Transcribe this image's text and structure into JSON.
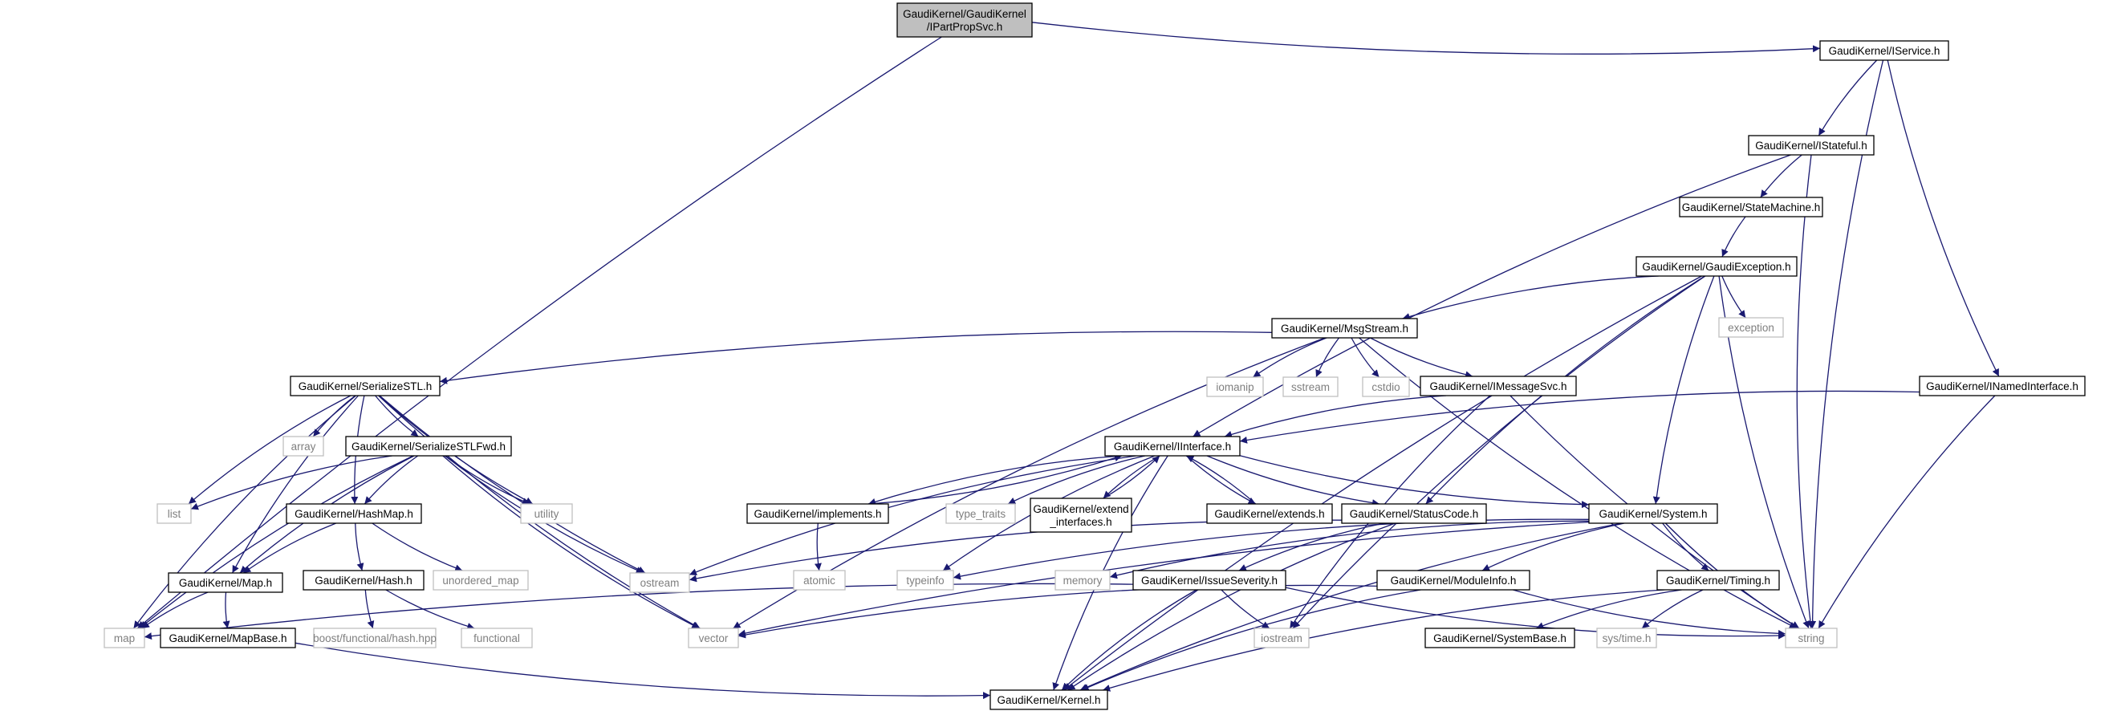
{
  "colors": {
    "edge": "#191970",
    "root_fill": "#bfbfbf",
    "node_border": "#000000",
    "system_border": "#bfbfbf",
    "system_text": "#7f7f7f"
  },
  "nodes": [
    {
      "id": "IPartPropSvc",
      "lines": [
        "GaudiKernel/GaudiKernel",
        "/IPartPropSvc.h"
      ],
      "kind": "root"
    },
    {
      "id": "IService",
      "lines": [
        "GaudiKernel/IService.h"
      ],
      "kind": "file"
    },
    {
      "id": "IStateful",
      "lines": [
        "GaudiKernel/IStateful.h"
      ],
      "kind": "file"
    },
    {
      "id": "StateMachine",
      "lines": [
        "GaudiKernel/StateMachine.h"
      ],
      "kind": "file"
    },
    {
      "id": "GaudiException",
      "lines": [
        "GaudiKernel/GaudiException.h"
      ],
      "kind": "file"
    },
    {
      "id": "MsgStream",
      "lines": [
        "GaudiKernel/MsgStream.h"
      ],
      "kind": "file"
    },
    {
      "id": "INamedInterface",
      "lines": [
        "GaudiKernel/INamedInterface.h"
      ],
      "kind": "file"
    },
    {
      "id": "SerializeSTL",
      "lines": [
        "GaudiKernel/SerializeSTL.h"
      ],
      "kind": "file"
    },
    {
      "id": "IMessageSvc",
      "lines": [
        "GaudiKernel/IMessageSvc.h"
      ],
      "kind": "file"
    },
    {
      "id": "IInterface",
      "lines": [
        "GaudiKernel/IInterface.h"
      ],
      "kind": "file"
    },
    {
      "id": "SerializeSTLFwd",
      "lines": [
        "GaudiKernel/SerializeSTLFwd.h"
      ],
      "kind": "file"
    },
    {
      "id": "HashMap",
      "lines": [
        "GaudiKernel/HashMap.h"
      ],
      "kind": "file"
    },
    {
      "id": "implements",
      "lines": [
        "GaudiKernel/implements.h"
      ],
      "kind": "file"
    },
    {
      "id": "extend_interfaces",
      "lines": [
        "GaudiKernel/extend",
        "_interfaces.h"
      ],
      "kind": "file"
    },
    {
      "id": "extends",
      "lines": [
        "GaudiKernel/extends.h"
      ],
      "kind": "file"
    },
    {
      "id": "StatusCode",
      "lines": [
        "GaudiKernel/StatusCode.h"
      ],
      "kind": "file"
    },
    {
      "id": "System",
      "lines": [
        "GaudiKernel/System.h"
      ],
      "kind": "file"
    },
    {
      "id": "Map",
      "lines": [
        "GaudiKernel/Map.h"
      ],
      "kind": "file"
    },
    {
      "id": "Hash",
      "lines": [
        "GaudiKernel/Hash.h"
      ],
      "kind": "file"
    },
    {
      "id": "IssueSeverity",
      "lines": [
        "GaudiKernel/IssueSeverity.h"
      ],
      "kind": "file"
    },
    {
      "id": "ModuleInfo",
      "lines": [
        "GaudiKernel/ModuleInfo.h"
      ],
      "kind": "file"
    },
    {
      "id": "Timing",
      "lines": [
        "GaudiKernel/Timing.h"
      ],
      "kind": "file"
    },
    {
      "id": "MapBase",
      "lines": [
        "GaudiKernel/MapBase.h"
      ],
      "kind": "file"
    },
    {
      "id": "SystemBase",
      "lines": [
        "GaudiKernel/SystemBase.h"
      ],
      "kind": "file"
    },
    {
      "id": "Kernel",
      "lines": [
        "GaudiKernel/Kernel.h"
      ],
      "kind": "file"
    },
    {
      "id": "map",
      "lines": [
        "map"
      ],
      "kind": "system"
    },
    {
      "id": "string",
      "lines": [
        "string"
      ],
      "kind": "system"
    },
    {
      "id": "exception",
      "lines": [
        "exception"
      ],
      "kind": "system"
    },
    {
      "id": "iomanip",
      "lines": [
        "iomanip"
      ],
      "kind": "system"
    },
    {
      "id": "sstream",
      "lines": [
        "sstream"
      ],
      "kind": "system"
    },
    {
      "id": "cstdio",
      "lines": [
        "cstdio"
      ],
      "kind": "system"
    },
    {
      "id": "array",
      "lines": [
        "array"
      ],
      "kind": "system"
    },
    {
      "id": "list",
      "lines": [
        "list"
      ],
      "kind": "system"
    },
    {
      "id": "utility",
      "lines": [
        "utility"
      ],
      "kind": "system"
    },
    {
      "id": "type_traits",
      "lines": [
        "type_traits"
      ],
      "kind": "system"
    },
    {
      "id": "ostream",
      "lines": [
        "ostream"
      ],
      "kind": "system"
    },
    {
      "id": "unordered_map",
      "lines": [
        "unordered_map"
      ],
      "kind": "system"
    },
    {
      "id": "atomic",
      "lines": [
        "atomic"
      ],
      "kind": "system"
    },
    {
      "id": "typeinfo",
      "lines": [
        "typeinfo"
      ],
      "kind": "system"
    },
    {
      "id": "memory",
      "lines": [
        "memory"
      ],
      "kind": "system"
    },
    {
      "id": "boost_hash",
      "lines": [
        "boost/functional/hash.hpp"
      ],
      "kind": "system"
    },
    {
      "id": "functional",
      "lines": [
        "functional"
      ],
      "kind": "system"
    },
    {
      "id": "vector",
      "lines": [
        "vector"
      ],
      "kind": "system"
    },
    {
      "id": "iostream",
      "lines": [
        "iostream"
      ],
      "kind": "system"
    },
    {
      "id": "systime",
      "lines": [
        "sys/time.h"
      ],
      "kind": "system"
    }
  ],
  "edges": [
    [
      "IPartPropSvc",
      "IService"
    ],
    [
      "IPartPropSvc",
      "map"
    ],
    [
      "IService",
      "IStateful"
    ],
    [
      "IService",
      "INamedInterface"
    ],
    [
      "IService",
      "string"
    ],
    [
      "IStateful",
      "StateMachine"
    ],
    [
      "IStateful",
      "IInterface"
    ],
    [
      "IStateful",
      "string"
    ],
    [
      "StateMachine",
      "GaudiException"
    ],
    [
      "GaudiException",
      "MsgStream"
    ],
    [
      "GaudiException",
      "exception"
    ],
    [
      "GaudiException",
      "string"
    ],
    [
      "GaudiException",
      "StatusCode"
    ],
    [
      "GaudiException",
      "System"
    ],
    [
      "GaudiException",
      "iostream"
    ],
    [
      "GaudiException",
      "Kernel"
    ],
    [
      "INamedInterface",
      "IInterface"
    ],
    [
      "INamedInterface",
      "string"
    ],
    [
      "MsgStream",
      "SerializeSTL"
    ],
    [
      "MsgStream",
      "iomanip"
    ],
    [
      "MsgStream",
      "sstream"
    ],
    [
      "MsgStream",
      "cstdio"
    ],
    [
      "MsgStream",
      "IMessageSvc"
    ],
    [
      "MsgStream",
      "string"
    ],
    [
      "MsgStream",
      "vector"
    ],
    [
      "IMessageSvc",
      "IInterface"
    ],
    [
      "IMessageSvc",
      "string"
    ],
    [
      "IMessageSvc",
      "iostream"
    ],
    [
      "SerializeSTL",
      "array"
    ],
    [
      "SerializeSTL",
      "SerializeSTLFwd"
    ],
    [
      "SerializeSTL",
      "list"
    ],
    [
      "SerializeSTL",
      "HashMap"
    ],
    [
      "SerializeSTL",
      "Map"
    ],
    [
      "SerializeSTL",
      "map"
    ],
    [
      "SerializeSTL",
      "utility"
    ],
    [
      "SerializeSTL",
      "ostream"
    ],
    [
      "SerializeSTL",
      "vector"
    ],
    [
      "SerializeSTLFwd",
      "list"
    ],
    [
      "SerializeSTLFwd",
      "HashMap"
    ],
    [
      "SerializeSTLFwd",
      "Map"
    ],
    [
      "SerializeSTLFwd",
      "map"
    ],
    [
      "SerializeSTLFwd",
      "utility"
    ],
    [
      "SerializeSTLFwd",
      "ostream"
    ],
    [
      "SerializeSTLFwd",
      "vector"
    ],
    [
      "HashMap",
      "Map"
    ],
    [
      "HashMap",
      "Hash"
    ],
    [
      "HashMap",
      "unordered_map"
    ],
    [
      "Hash",
      "boost_hash"
    ],
    [
      "Hash",
      "functional"
    ],
    [
      "Map",
      "map"
    ],
    [
      "Map",
      "MapBase"
    ],
    [
      "MapBase",
      "Kernel"
    ],
    [
      "IInterface",
      "implements"
    ],
    [
      "IInterface",
      "type_traits"
    ],
    [
      "IInterface",
      "typeinfo"
    ],
    [
      "IInterface",
      "extend_interfaces"
    ],
    [
      "IInterface",
      "extends"
    ],
    [
      "IInterface",
      "StatusCode"
    ],
    [
      "IInterface",
      "System"
    ],
    [
      "IInterface",
      "ostream"
    ],
    [
      "IInterface",
      "Kernel"
    ],
    [
      "implements",
      "IInterface"
    ],
    [
      "implements",
      "atomic"
    ],
    [
      "extend_interfaces",
      "IInterface"
    ],
    [
      "extends",
      "IInterface"
    ],
    [
      "StatusCode",
      "IssueSeverity"
    ],
    [
      "StatusCode",
      "ostream"
    ],
    [
      "StatusCode",
      "Kernel"
    ],
    [
      "System",
      "ModuleInfo"
    ],
    [
      "System",
      "Timing"
    ],
    [
      "System",
      "typeinfo"
    ],
    [
      "System",
      "memory"
    ],
    [
      "System",
      "string"
    ],
    [
      "System",
      "vector"
    ],
    [
      "System",
      "Kernel"
    ],
    [
      "IssueSeverity",
      "map"
    ],
    [
      "IssueSeverity",
      "iostream"
    ],
    [
      "IssueSeverity",
      "string"
    ],
    [
      "IssueSeverity",
      "Kernel"
    ],
    [
      "ModuleInfo",
      "string"
    ],
    [
      "ModuleInfo",
      "vector"
    ],
    [
      "ModuleInfo",
      "Kernel"
    ],
    [
      "Timing",
      "SystemBase"
    ],
    [
      "Timing",
      "systime"
    ],
    [
      "Timing",
      "Kernel"
    ]
  ]
}
